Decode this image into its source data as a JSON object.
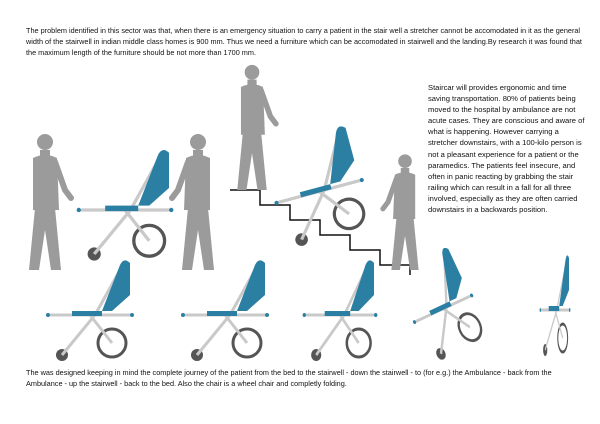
{
  "intro_text": "The problem identified in this sector was that, when there is an emergency situation to carry a patient in the stair well a stretcher cannot be accomodated in it as the general width of the stairwell in indian middle class homes is 900 mm. Thus we need a furniture which can be accomodated in stairwell and the landing.By research it was found that the maximum length of the furniture should be not more than 1700 mm.",
  "side_text": "Staircar will provides ergonomic and time saving transportation. 80% of patients being moved to the hospital by ambulance are not acute cases. They are conscious and aware of what is happening. However carrying a stretcher downstairs, with a 100-kilo person is not a pleasant experience for a patient or the paramedics. The patients feel insecure, and often in panic reacting by grabbing the stair railing which can result in a fall for all three involved, especially as they are often carried downstairs in a backwards position.",
  "outro_text": "The was designed keeping in mind the complete journey of the patient from the bed to the stairwell - down the stairwell - to (for e.g.) the Ambulance - back from the Ambulance - up the stairwell - back to the bed. Also the chair is a wheel chair and completly folding.",
  "colors": {
    "accent": "#2b7fa3",
    "figure": "#9b9b9b",
    "frame": "#c9c9c9",
    "wheel": "#555555"
  }
}
